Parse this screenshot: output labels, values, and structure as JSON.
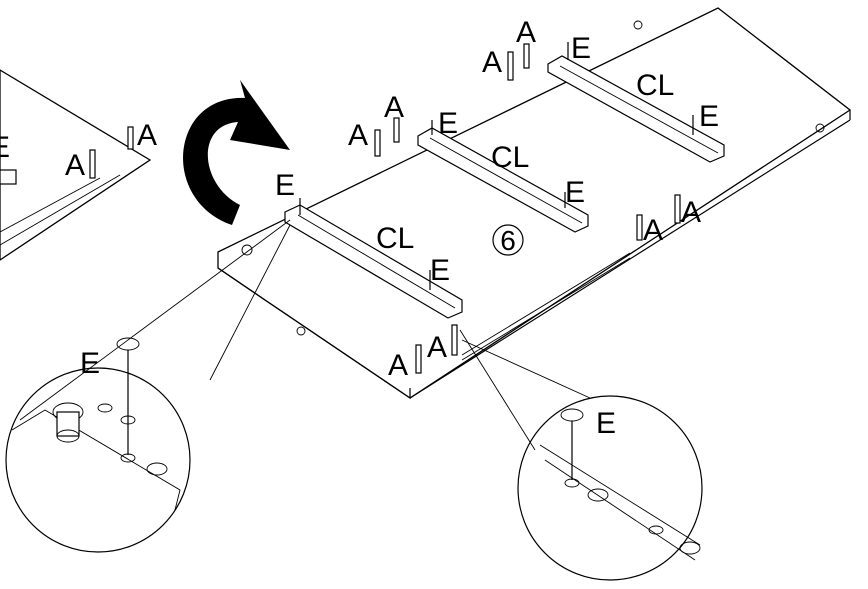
{
  "step_number": "6",
  "labels": {
    "dowel": "A",
    "screw": "E",
    "rail": "CL"
  },
  "colors": {
    "ink": "#000000",
    "paper": "#ffffff"
  },
  "icons": {
    "rotation": "curved-flip-arrow-icon",
    "step": "circled-number-icon"
  }
}
